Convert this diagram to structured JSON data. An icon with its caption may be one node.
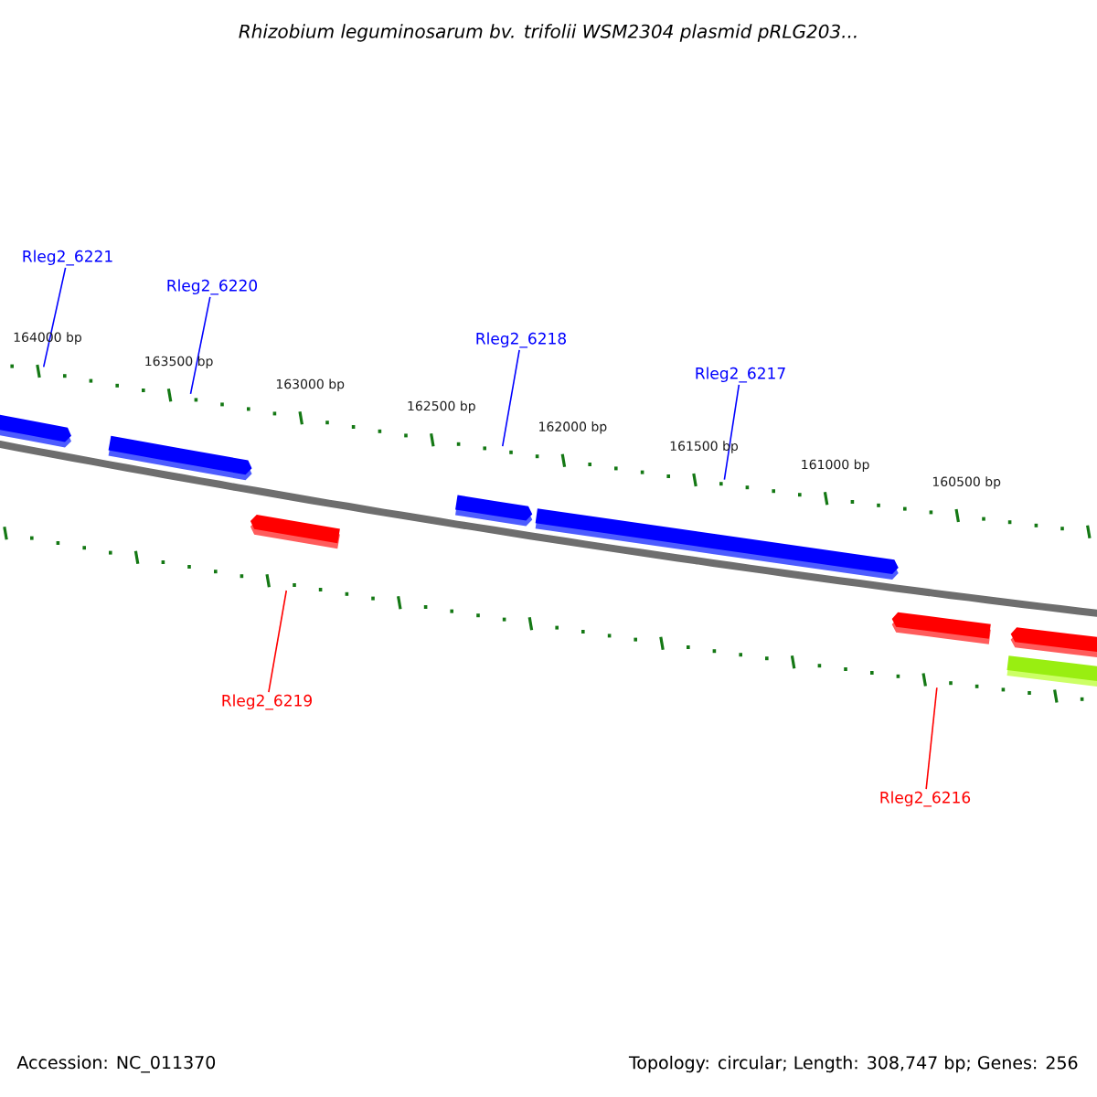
{
  "diagram": {
    "title": "Rhizobium leguminosarum bv. trifolii WSM2304 plasmid pRLG203...",
    "nodes": [
      {
        "text": [
          "Rleg2_6221"
        ]
      },
      {
        "text": [
          "Rleg2_6220"
        ]
      },
      {
        "text": [
          "Rleg2_6218"
        ]
      },
      {
        "text": [
          "Rleg2_6217"
        ]
      },
      {
        "text": [
          "Rleg2_6219"
        ]
      },
      {
        "text": [
          "Rleg2_6216"
        ]
      },
      {
        "text": [],
        "shape": "arrow"
      },
      {
        "text": [],
        "shape": "arrow"
      },
      {
        "text": [],
        "shape": "arrow"
      },
      {
        "text": [],
        "shape": "arrow"
      },
      {
        "text": [],
        "shape": "arrow"
      },
      {
        "text": [],
        "shape": "arrow"
      },
      {
        "text": [],
        "shape": "arrow"
      },
      {
        "text": [],
        "shape": "arrow"
      }
    ],
    "edges": [
      {
        "from": 0,
        "to": 6,
        "arrow": "none"
      },
      {
        "from": 1,
        "to": 7,
        "arrow": "none"
      },
      {
        "from": 2,
        "to": 9,
        "arrow": "none"
      },
      {
        "from": 3,
        "to": 10,
        "arrow": "none"
      },
      {
        "from": 4,
        "to": 8,
        "arrow": "none",
        "color": "#ff0000"
      },
      {
        "from": 5,
        "to": 11,
        "arrow": "none",
        "color": "#ff0000"
      }
    ],
    "labels": [
      "164000 bp",
      "163500 bp",
      "163000 bp",
      "162500 bp",
      "162000 bp",
      "161500 bp",
      "161000 bp",
      "160500 bp",
      "Accession: NC_011370",
      "Topology: circular; Length: 308,747 bp; Genes: 256"
    ]
  }
}
